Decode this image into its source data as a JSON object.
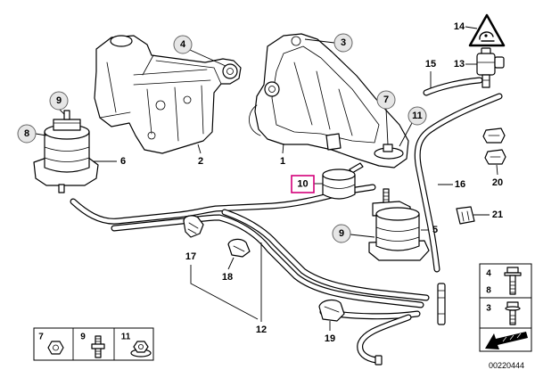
{
  "callouts": {
    "part_1": "1",
    "part_2": "2",
    "part_3": "3",
    "part_4": "4",
    "part_5": "5",
    "part_6": "6",
    "part_7": "7",
    "part_8": "8",
    "part_9_left": "9",
    "part_9_right": "9",
    "part_10": "10",
    "part_11": "11",
    "part_12": "12",
    "part_13": "13",
    "part_14": "14",
    "part_15": "15",
    "part_16": "16",
    "part_17": "17",
    "part_18": "18",
    "part_19": "19",
    "part_20": "20",
    "part_21": "21"
  },
  "hardware_left": [
    {
      "label": "7",
      "icon": "hex-nut-icon"
    },
    {
      "label": "9",
      "icon": "stud-bolt-icon"
    },
    {
      "label": "11",
      "icon": "flange-nut-icon"
    }
  ],
  "hardware_right": [
    {
      "label": "4",
      "icon": "bolt-icon"
    },
    {
      "label": "8",
      "icon": "washer-icon"
    },
    {
      "label": "3",
      "icon": "bolt-icon"
    }
  ],
  "orientation_icon": "direction-arrow-icon",
  "diagram_number": "00220444",
  "colors": {
    "highlight": "#d4007a",
    "callout_fill": "#e6e6e6",
    "line": "#000000"
  }
}
